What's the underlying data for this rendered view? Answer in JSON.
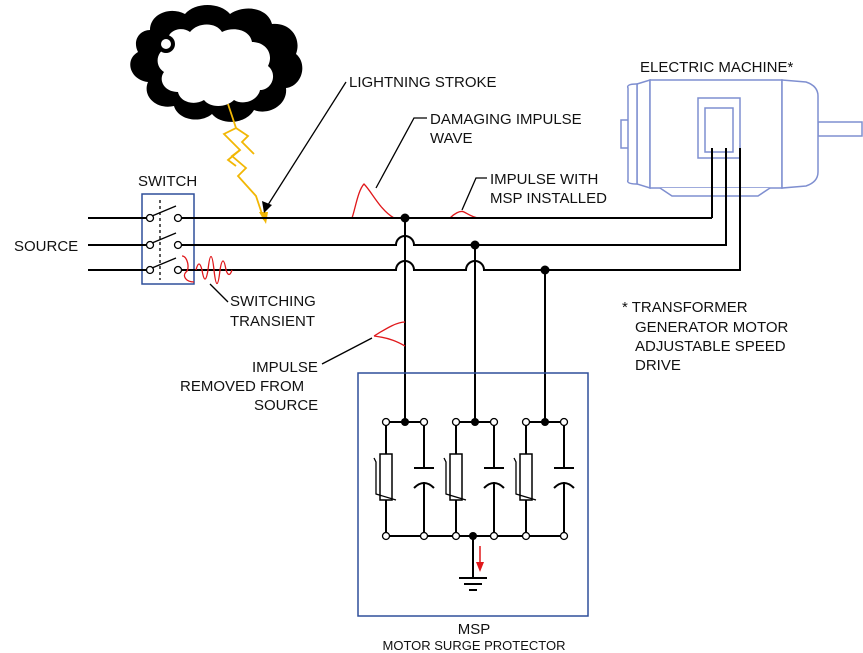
{
  "labels": {
    "lightning_stroke": "LIGHTNING STROKE",
    "damaging_impulse_1": "DAMAGING IMPULSE",
    "damaging_impulse_2": "WAVE",
    "impulse_with_1": "IMPULSE WITH",
    "impulse_with_2": "MSP INSTALLED",
    "electric_machine": "ELECTRIC MACHINE*",
    "switch": "SWITCH",
    "source": "SOURCE",
    "switching_1": "SWITCHING",
    "switching_2": "TRANSIENT",
    "impulse_removed_1": "IMPULSE",
    "impulse_removed_2": "REMOVED FROM",
    "impulse_removed_3": "SOURCE",
    "footnote_1": "* TRANSFORMER",
    "footnote_2": "GENERATOR MOTOR",
    "footnote_3": "ADJUSTABLE SPEED",
    "footnote_4": "DRIVE",
    "msp": "MSP",
    "msp_full": "MOTOR SURGE PROTECTOR"
  },
  "colors": {
    "wire": "#000000",
    "box_outline": "#2f4f9a",
    "impulse": "#e0181b",
    "lightning": "#f2b705",
    "motor_outline": "#7f8fd0",
    "motor_fill": "#ffffff"
  },
  "icons": {
    "cloud": "storm-cloud-icon",
    "lightning": "lightning-bolt-icon",
    "ground": "ground-symbol-icon",
    "motor": "electric-motor-icon"
  }
}
